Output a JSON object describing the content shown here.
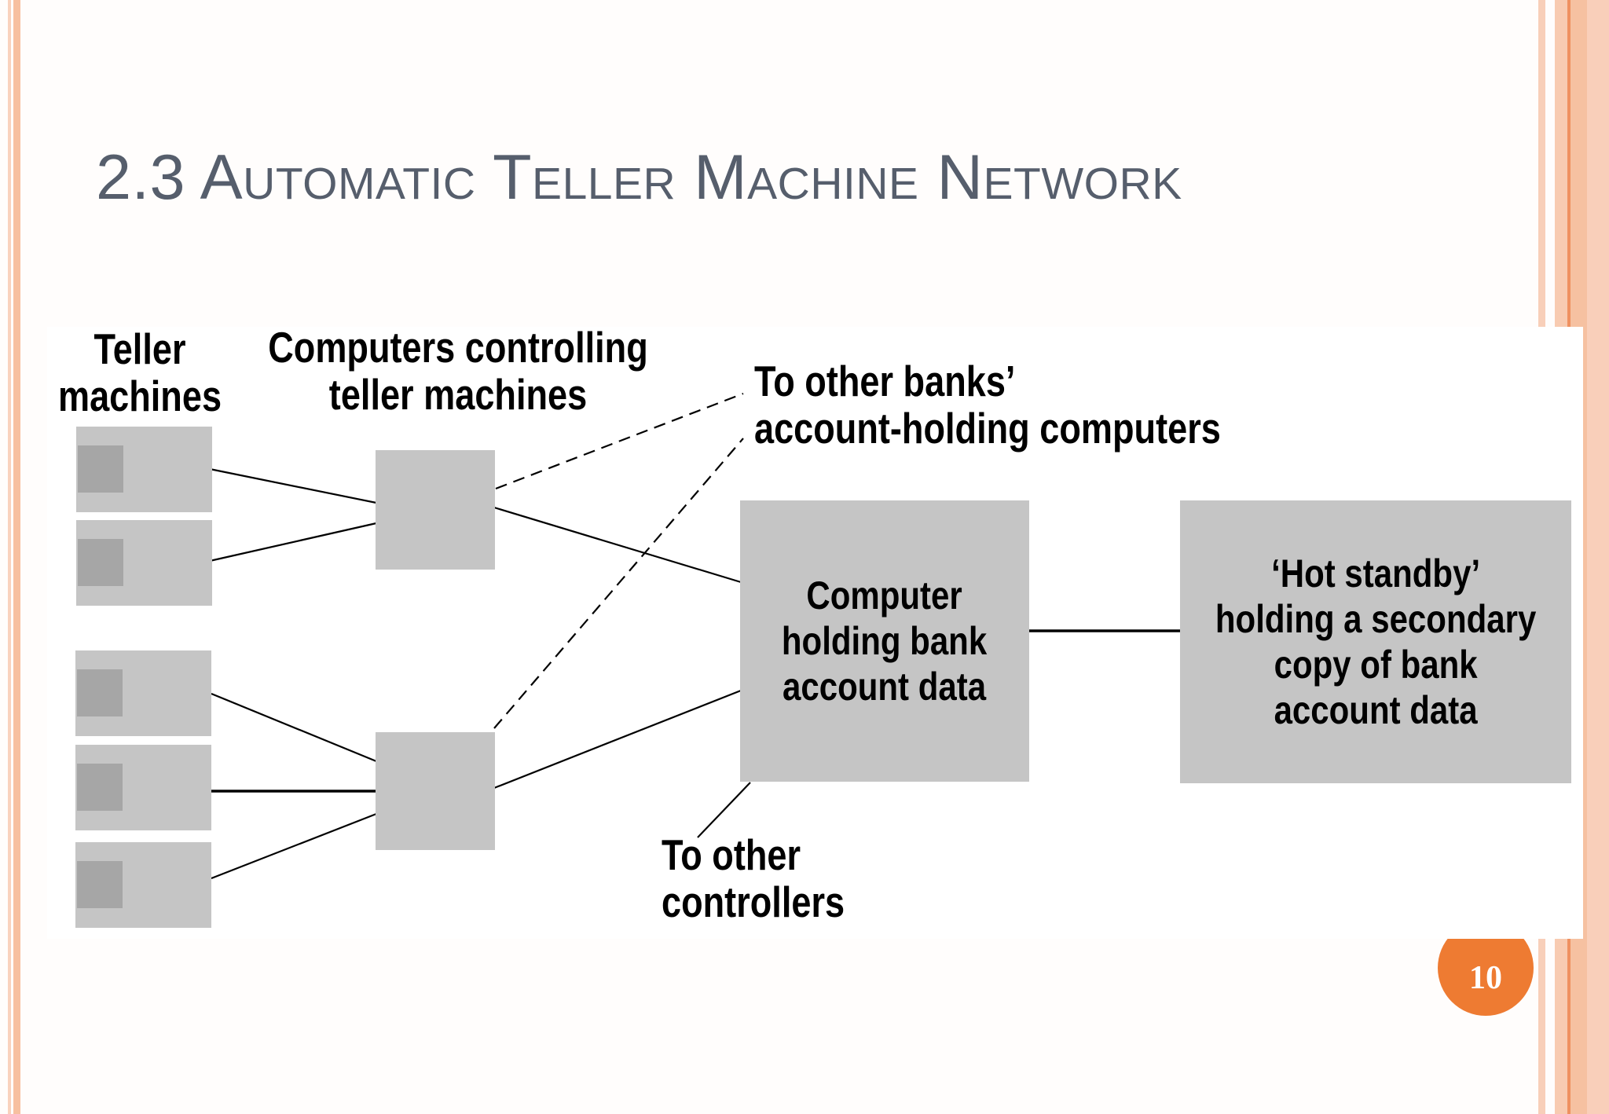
{
  "slide": {
    "title": "2.3 Automatic Teller Machine Network",
    "page_number": "10",
    "colors": {
      "title_text": "#565e6c",
      "accent_orange": "#ee7b32",
      "stripe_peach": "#f7c0a0",
      "stripe_peach_light": "#f9cfb9",
      "stripe_accent_line": "#ef9160",
      "node_fill": "#c5c5c5",
      "node_inner_fill": "#a6a6a6",
      "connector": "#000000"
    }
  },
  "diagram": {
    "labels": {
      "teller_machines": [
        "Teller",
        "machines"
      ],
      "controllers": [
        "Computers controlling",
        "teller machines"
      ],
      "other_banks": [
        "To other banks’",
        "account-holding computers"
      ],
      "other_controllers": [
        "To other",
        "controllers"
      ]
    },
    "nodes": {
      "account_computer": [
        "Computer",
        "holding bank",
        "account data"
      ],
      "hot_standby": [
        "‘Hot standby’",
        "holding a secondary",
        "copy of bank",
        "account data"
      ]
    }
  }
}
